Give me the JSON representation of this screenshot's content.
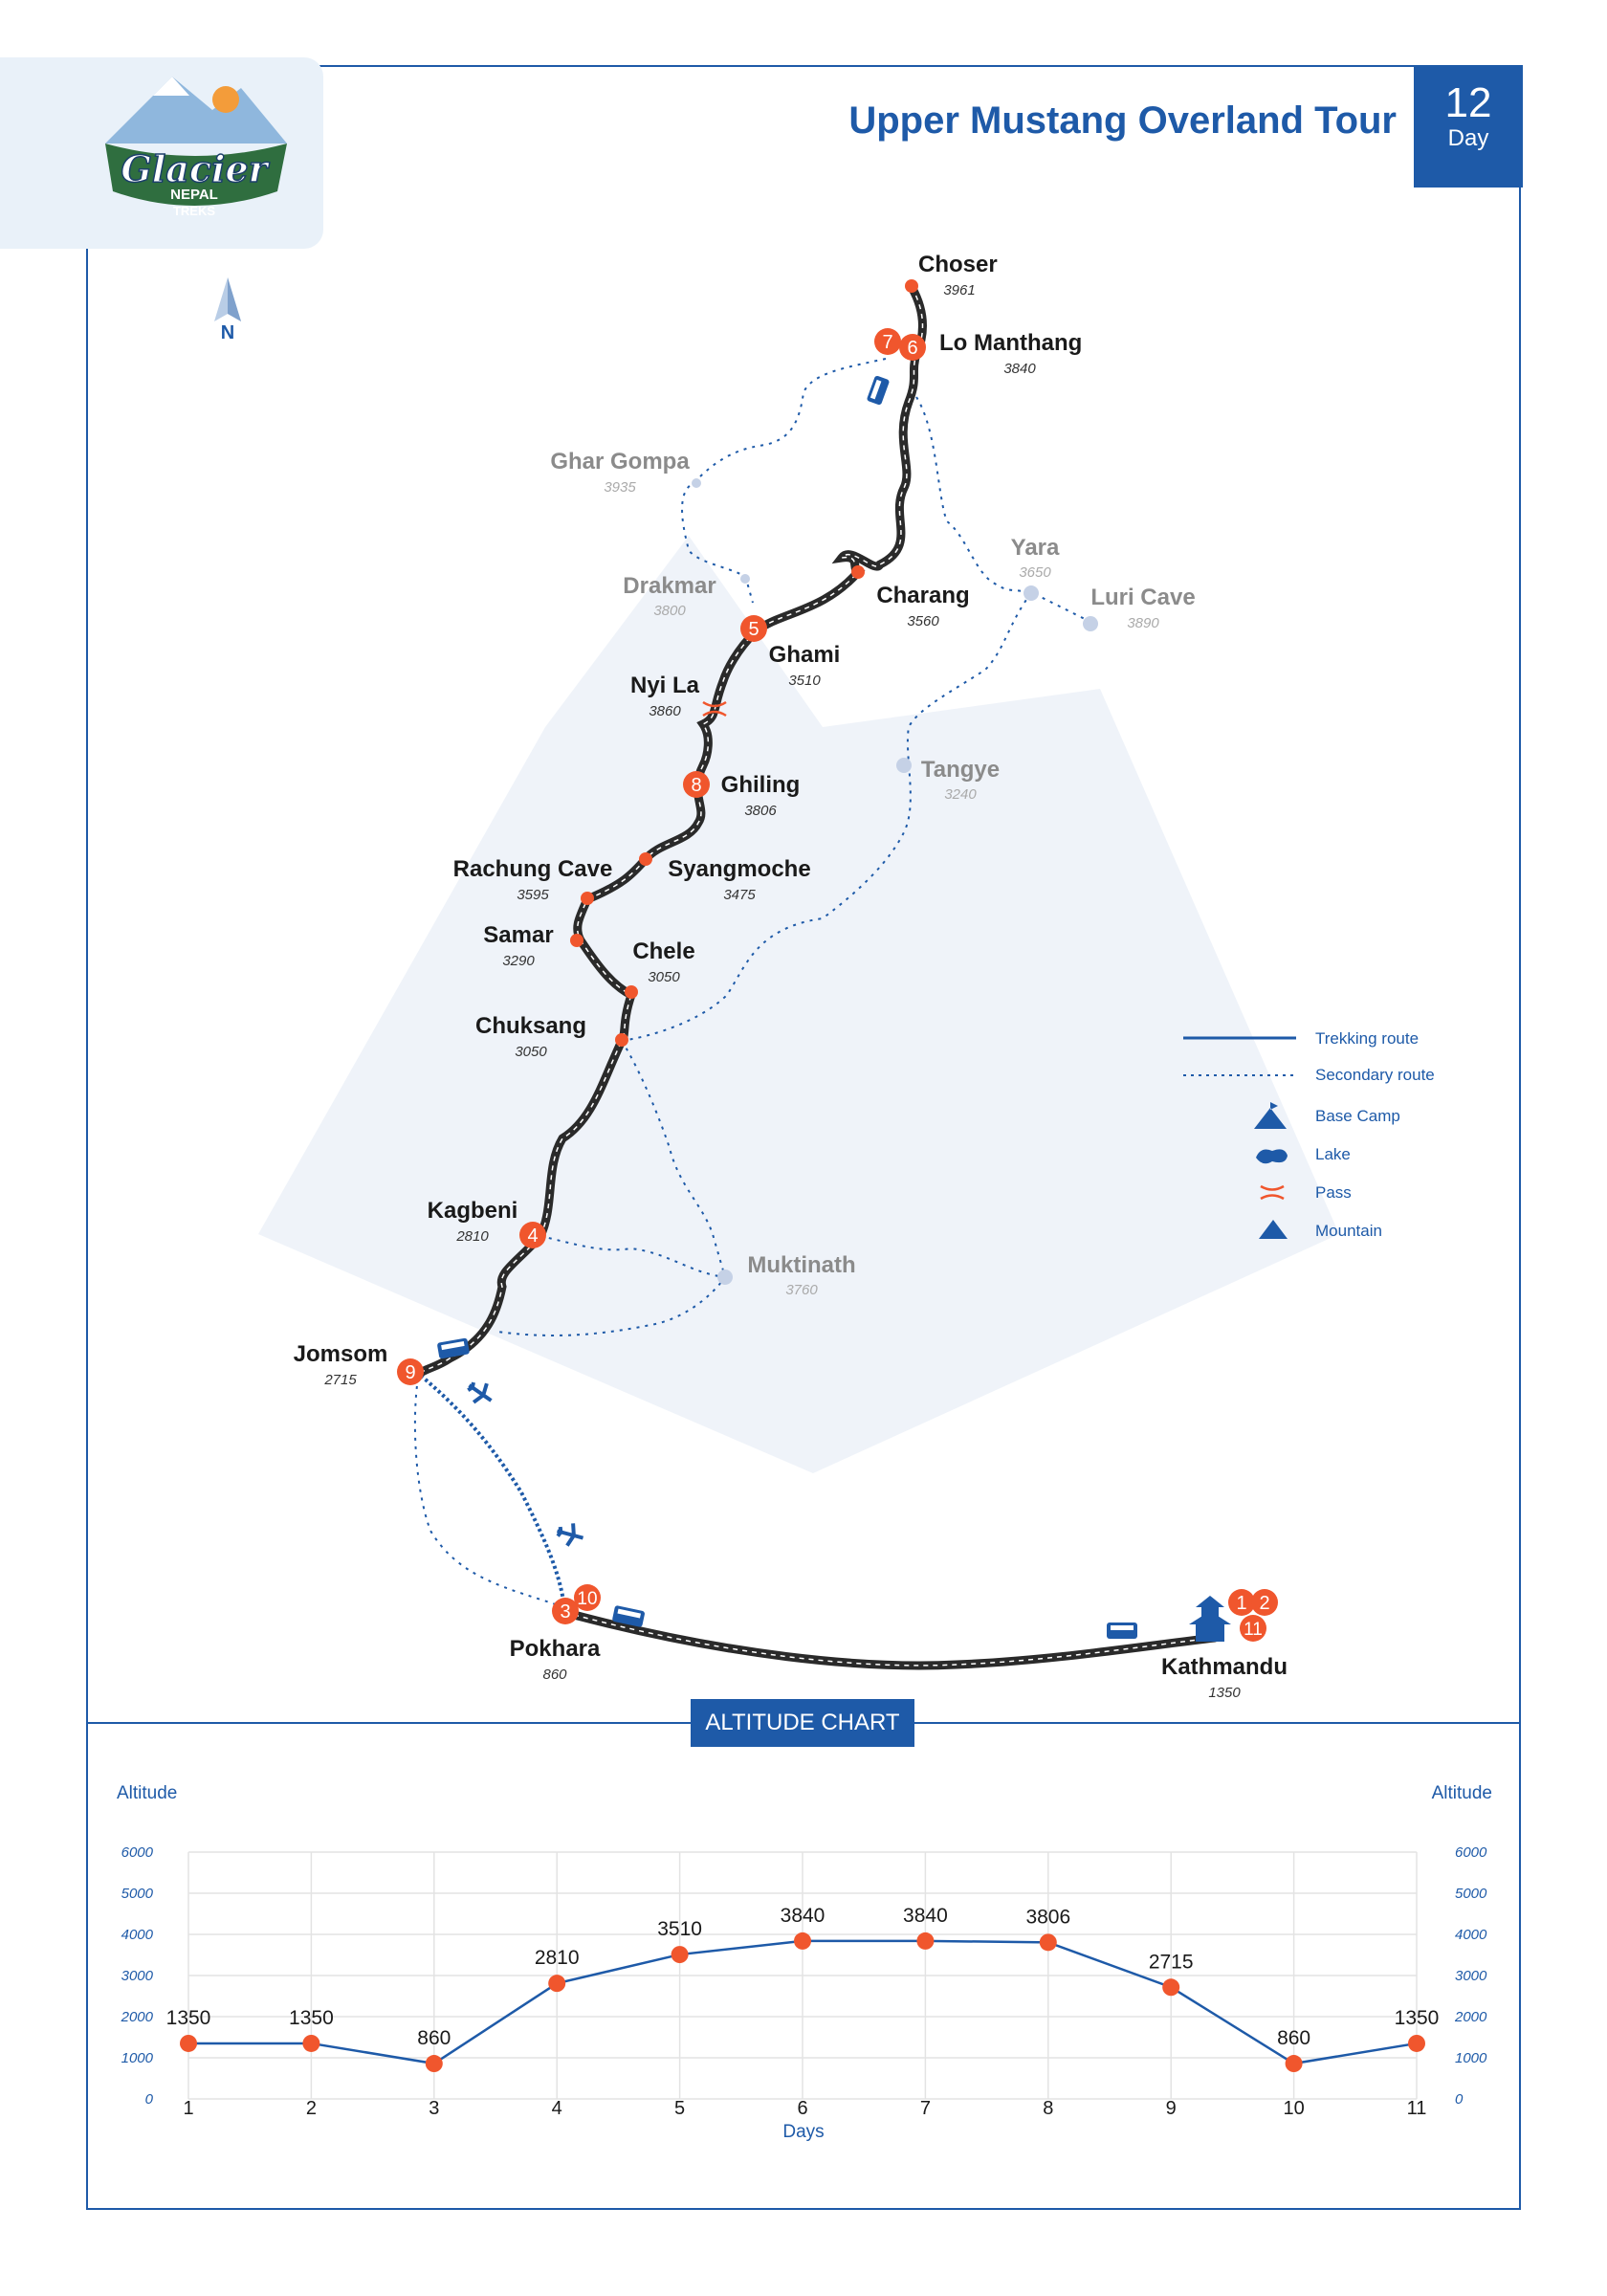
{
  "header": {
    "title": "Upper Mustang Overland Tour",
    "day_count": "12",
    "day_unit": "Day"
  },
  "logo": {
    "line1": "Glacier",
    "line2": "NEPAL",
    "line3": "TREKS"
  },
  "compass": {
    "label": "N"
  },
  "places": [
    {
      "name": "Choser",
      "altitude": "3961",
      "kind": "main"
    },
    {
      "name": "Lo Manthang",
      "altitude": "3840",
      "kind": "main"
    },
    {
      "name": "Ghar Gompa",
      "altitude": "3935",
      "kind": "secondary"
    },
    {
      "name": "Yara",
      "altitude": "3650",
      "kind": "secondary"
    },
    {
      "name": "Luri Cave",
      "altitude": "3890",
      "kind": "secondary"
    },
    {
      "name": "Drakmar",
      "altitude": "3800",
      "kind": "secondary"
    },
    {
      "name": "Charang",
      "altitude": "3560",
      "kind": "main"
    },
    {
      "name": "Ghami",
      "altitude": "3510",
      "kind": "main"
    },
    {
      "name": "Nyi La",
      "altitude": "3860",
      "kind": "pass"
    },
    {
      "name": "Tangye",
      "altitude": "3240",
      "kind": "secondary"
    },
    {
      "name": "Ghiling",
      "altitude": "3806",
      "kind": "main"
    },
    {
      "name": "Rachung Cave",
      "altitude": "3595",
      "kind": "main"
    },
    {
      "name": "Syangmoche",
      "altitude": "3475",
      "kind": "main"
    },
    {
      "name": "Samar",
      "altitude": "3290",
      "kind": "main"
    },
    {
      "name": "Chele",
      "altitude": "3050",
      "kind": "main"
    },
    {
      "name": "Chuksang",
      "altitude": "3050",
      "kind": "main"
    },
    {
      "name": "Kagbeni",
      "altitude": "2810",
      "kind": "main"
    },
    {
      "name": "Muktinath",
      "altitude": "3760",
      "kind": "secondary"
    },
    {
      "name": "Jomsom",
      "altitude": "2715",
      "kind": "main"
    },
    {
      "name": "Pokhara",
      "altitude": "860",
      "kind": "main"
    },
    {
      "name": "Kathmandu",
      "altitude": "1350",
      "kind": "main"
    }
  ],
  "day_markers": [
    {
      "day": "7",
      "place": "Lo Manthang"
    },
    {
      "day": "6",
      "place": "Lo Manthang"
    },
    {
      "day": "5",
      "place": "Ghami"
    },
    {
      "day": "8",
      "place": "Ghiling"
    },
    {
      "day": "4",
      "place": "Kagbeni"
    },
    {
      "day": "9",
      "place": "Jomsom"
    },
    {
      "day": "3",
      "place": "Pokhara"
    },
    {
      "day": "10",
      "place": "Pokhara"
    },
    {
      "day": "1",
      "place": "Kathmandu"
    },
    {
      "day": "2",
      "place": "Kathmandu"
    },
    {
      "day": "11",
      "place": "Kathmandu"
    }
  ],
  "legend": [
    {
      "label": "Trekking route",
      "icon": "solid-line-icon"
    },
    {
      "label": "Secondary route",
      "icon": "dotted-line-icon"
    },
    {
      "label": "Base Camp",
      "icon": "tent-icon"
    },
    {
      "label": "Lake",
      "icon": "lake-icon"
    },
    {
      "label": "Pass",
      "icon": "pass-icon"
    },
    {
      "label": "Mountain",
      "icon": "mountain-icon"
    }
  ],
  "colors": {
    "primary": "#1e5aa8",
    "marker": "#f0562d",
    "route": "#2a2a2a",
    "secondary_point": "#c5d1e6"
  },
  "altitude_chart_title": "ALTITUDE CHART",
  "chart_data": {
    "type": "line",
    "xlabel": "Days",
    "ylabel": "Altitude",
    "ylabel_right": "Altitude",
    "x": [
      1,
      2,
      3,
      4,
      5,
      6,
      7,
      8,
      9,
      10,
      11
    ],
    "series": [
      {
        "values": [
          1350,
          1350,
          860,
          2810,
          3510,
          3840,
          3840,
          3806,
          2715,
          860,
          1350
        ]
      }
    ],
    "yticks": [
      0,
      1000,
      2000,
      3000,
      4000,
      5000,
      6000
    ],
    "ylim": [
      0,
      6000
    ],
    "grid": true,
    "color": "#1e5aa8",
    "marker_color": "#f0562d"
  }
}
